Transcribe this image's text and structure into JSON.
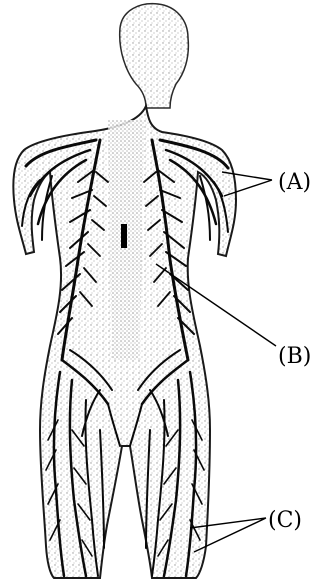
{
  "labels": {
    "a": "(A)",
    "b": "(B)",
    "c": "(C)"
  },
  "colors": {
    "stipple": "#8a8a8a",
    "ink": "#0a0a0a",
    "background": "#ffffff"
  }
}
